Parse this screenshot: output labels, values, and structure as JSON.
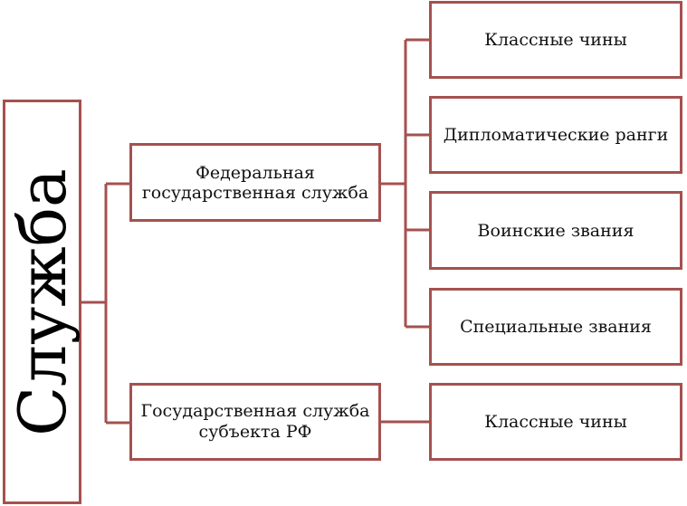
{
  "diagram": {
    "line_color": "#a5514f",
    "root": {
      "label": "Служба"
    },
    "branches": [
      {
        "label": "Федеральная государственная служба",
        "children": [
          {
            "label": "Классные чины"
          },
          {
            "label": "Дипломатические ранги"
          },
          {
            "label": "Воинские звания"
          },
          {
            "label": "Специальные звания"
          }
        ]
      },
      {
        "label": "Государственная служба субъекта РФ",
        "children": [
          {
            "label": "Классные чины"
          }
        ]
      }
    ]
  }
}
